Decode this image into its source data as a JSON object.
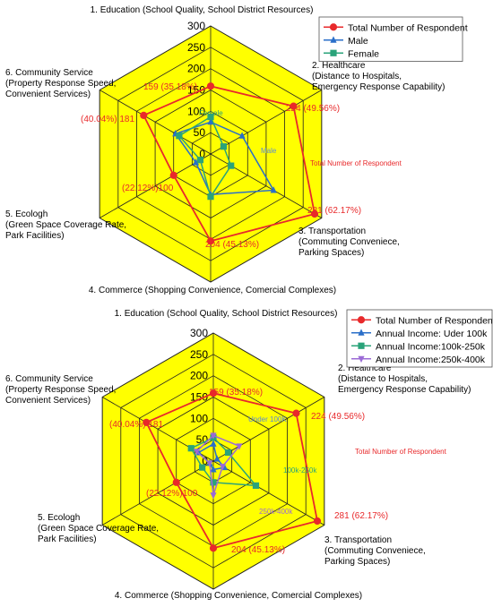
{
  "chart_data": [
    {
      "type": "radar",
      "axes": [
        [
          "1. Education (School Quality, School District Resources)"
        ],
        [
          "2. Healthcare",
          "(Distance to Hospitals,",
          "Emergency Response Capability)"
        ],
        [
          "3. Transportation",
          "(Commuting Conveniece,",
          "Parking Spaces)"
        ],
        [
          "4. Commerce (Shopping Convenience, Comercial Complexes)"
        ],
        [
          "5. Ecologh",
          "(Green Space Coverage Rate,",
          "Park Facilities)"
        ],
        [
          "6. Community Service",
          "(Property Response Speed,",
          "Convenient Services)"
        ]
      ],
      "r_ticks": [
        "0",
        "50",
        "100",
        "150",
        "200",
        "250",
        "300"
      ],
      "r_max": 300,
      "series": [
        {
          "name": "Total Number of Respondent",
          "color": "#e8292b",
          "marker": "circle",
          "values": [
            159,
            224,
            281,
            204,
            100,
            181
          ]
        },
        {
          "name": "Male",
          "color": "#2a6fc9",
          "marker": "triangle",
          "values": [
            75,
            85,
            170,
            95,
            40,
            95
          ]
        },
        {
          "name": "Female",
          "color": "#2aa37a",
          "marker": "square",
          "values": [
            87,
            35,
            55,
            100,
            28,
            85
          ]
        }
      ],
      "data_labels": [
        "159  (35.18%)",
        "224  (49.56%)",
        "281  (62.17%)",
        "204  (45.13%)",
        "(22.12%)100",
        "(40.04%) 181"
      ],
      "annotations": [
        "Female",
        "Male",
        "Total Number of Respondent"
      ],
      "legend": "top-right",
      "fill_color": "#ffff00"
    },
    {
      "type": "radar",
      "axes": [
        [
          "1. Education (School Quality, School District Resources)"
        ],
        [
          "2. Healthcare",
          "(Distance to Hospitals,",
          "Emergency Response Capability)"
        ],
        [
          "3. Transportation",
          "(Commuting Conveniece,",
          "Parking Spaces)"
        ],
        [
          "4. Commerce (Shopping Convenience, Comercial Complexes)"
        ],
        [
          "5. Ecologh",
          "(Green Space Coverage Rate,",
          "Park Facilities)"
        ],
        [
          "6. Community Service",
          "(Property Response Speed,",
          "Convenient Services)"
        ]
      ],
      "r_ticks": [
        "0",
        "50",
        "100",
        "150",
        "200",
        "250",
        "300"
      ],
      "r_max": 300,
      "series": [
        {
          "name": "Total Number of Respondent",
          "color": "#e8292b",
          "marker": "circle",
          "values": [
            159,
            224,
            281,
            204,
            100,
            181
          ]
        },
        {
          "name": "Annual Income: Uder 100k",
          "color": "#2a6fc9",
          "marker": "triangle",
          "values": [
            40,
            10,
            30,
            20,
            10,
            40
          ]
        },
        {
          "name": "Annual Income:100k-250k",
          "color": "#2aa37a",
          "marker": "square",
          "values": [
            55,
            40,
            115,
            50,
            30,
            60
          ]
        },
        {
          "name": "Annual Income:250k-400k",
          "color": "#9b6bd6",
          "marker": "triangle-down",
          "values": [
            60,
            70,
            25,
            80,
            10,
            45
          ]
        }
      ],
      "data_labels": [
        "159  (35.18%)",
        "224  (49.56%)",
        "281  (62.17%)",
        "204  (45.13%)",
        "(22.12%)100",
        "(40.04%) 181"
      ],
      "annotations": [
        "Under 100K",
        "100k-250k",
        "250k-400k",
        "Total Number of Respondent"
      ],
      "legend": "top-right",
      "fill_color": "#ffff00"
    }
  ]
}
